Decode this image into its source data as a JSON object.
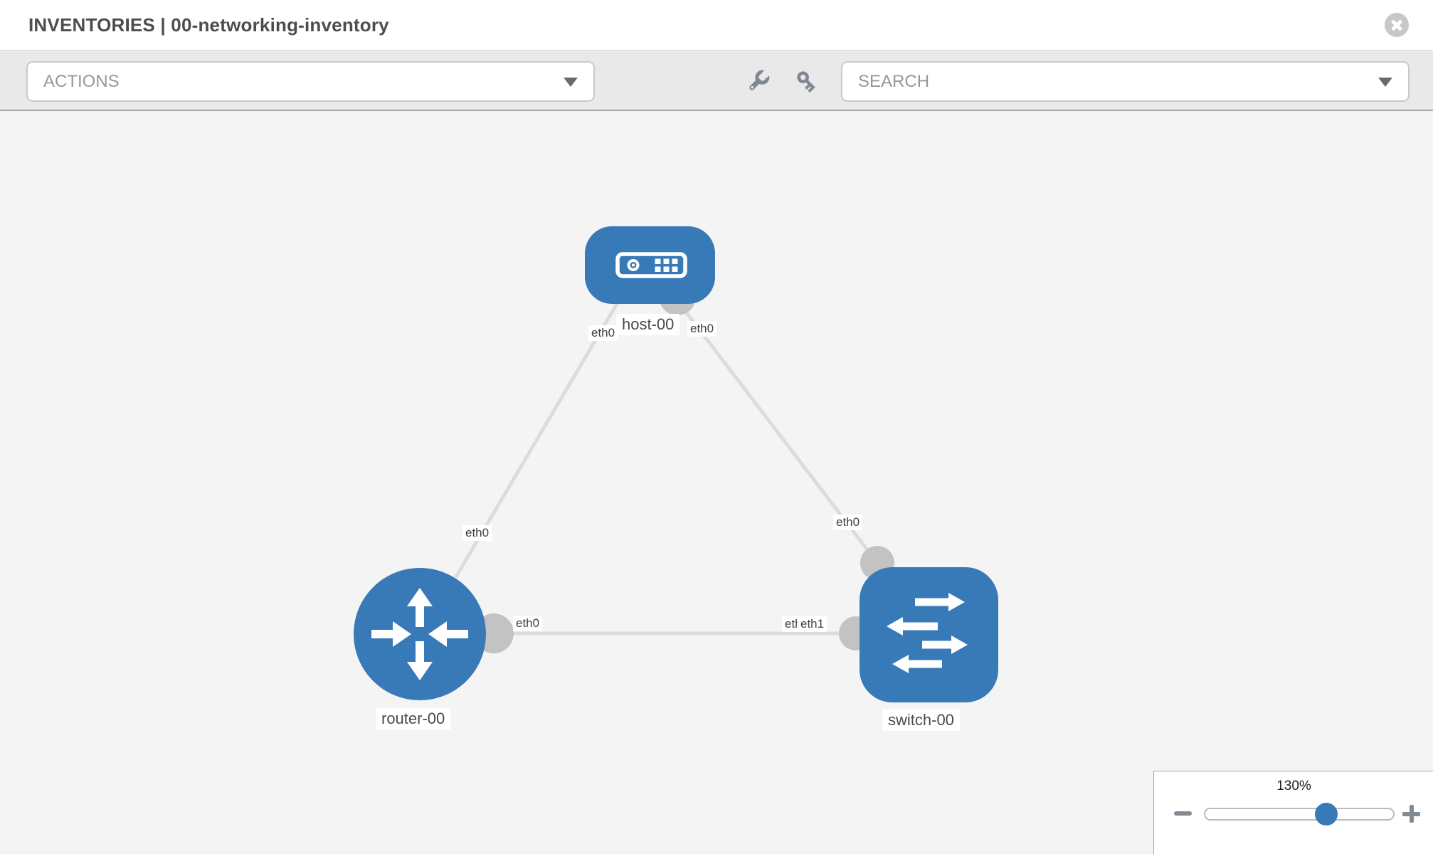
{
  "header": {
    "title": "INVENTORIES | 00-networking-inventory",
    "close_icon": "close-icon"
  },
  "toolbar": {
    "actions_dropdown": {
      "label": "ACTIONS"
    },
    "search_dropdown": {
      "placeholder": "SEARCH"
    },
    "icons": [
      "wrench-icon",
      "key-icon"
    ]
  },
  "topology": {
    "nodes": [
      {
        "label": "host-00",
        "type": "host",
        "shape": "rounded-rect"
      },
      {
        "label": "router-00",
        "type": "router",
        "shape": "circle"
      },
      {
        "label": "switch-00",
        "type": "switch",
        "shape": "rounded-square"
      }
    ],
    "links": [
      {
        "from": "host-00",
        "to": "router-00",
        "from_interface": "eth0",
        "to_interface": "eth0"
      },
      {
        "from": "host-00",
        "to": "switch-00",
        "from_interface": "eth0",
        "to_interface": "eth0"
      },
      {
        "from": "router-00",
        "to": "switch-00",
        "from_interface": "eth0",
        "to_interface": "eth1",
        "to_interface_underlay": "eth1"
      }
    ]
  },
  "zoom_control": {
    "level": "130%"
  },
  "colors": {
    "node_blue": "#3879b7",
    "port_gray": "#c3c3c3",
    "link_gray": "#dcdcdc",
    "toolbar_gray": "#e9e9e9",
    "canvas_gray": "#f4f4f4",
    "knob_blue": "#3879b7"
  }
}
